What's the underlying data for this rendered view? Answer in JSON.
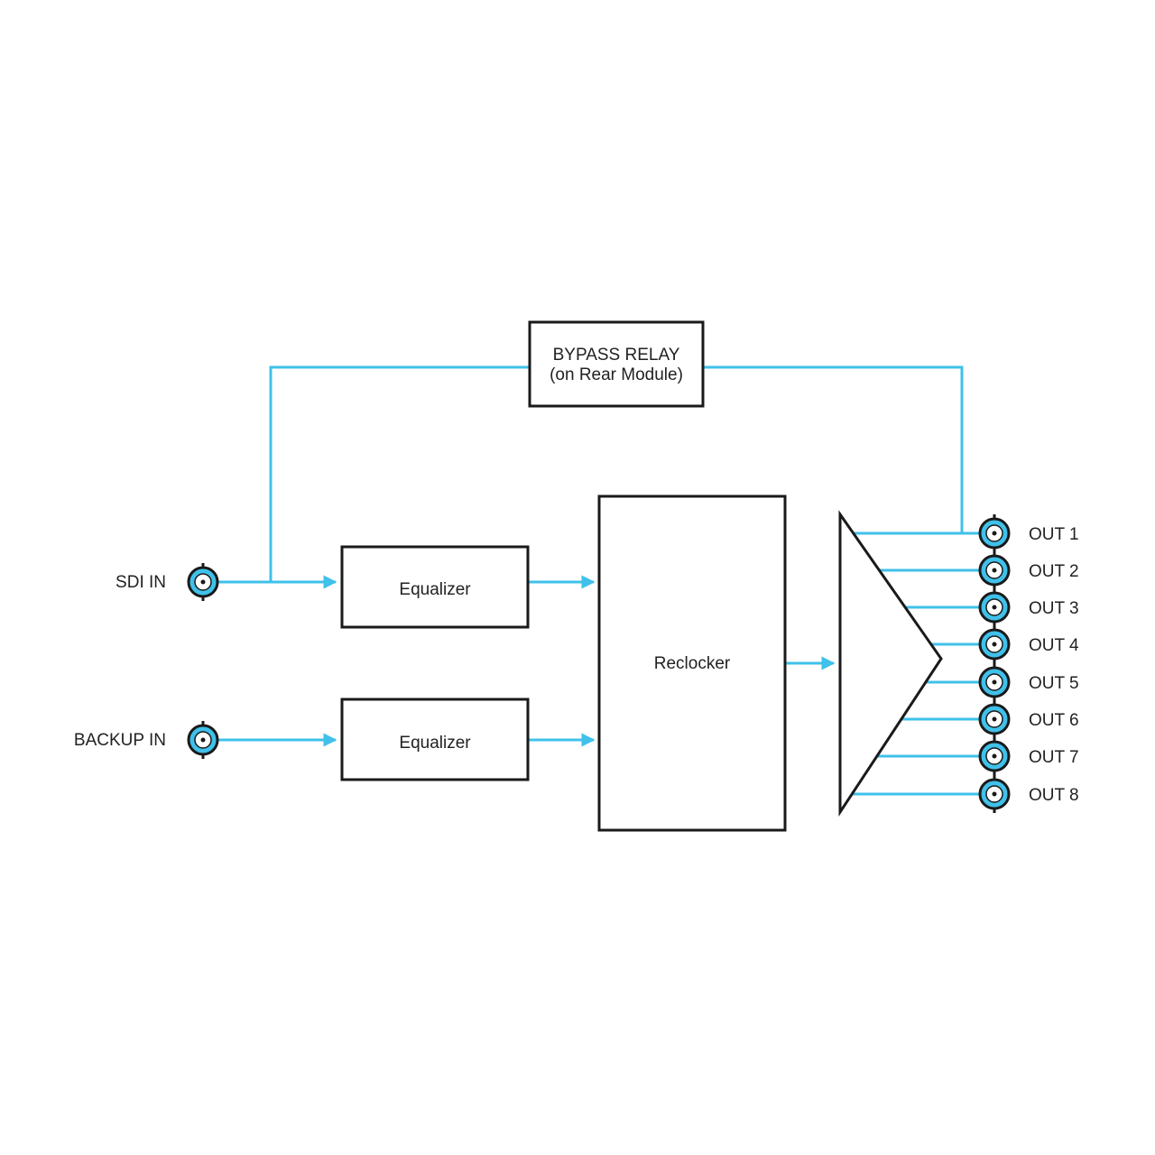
{
  "colors": {
    "signal": "#3fc1ea",
    "outline": "#1a1a1a",
    "connector_fill": "#3fc1ea"
  },
  "inputs": [
    {
      "id": "sdi",
      "label": "SDI IN"
    },
    {
      "id": "backup",
      "label": "BACKUP IN"
    }
  ],
  "blocks": {
    "bypass_relay": {
      "line1": "BYPASS RELAY",
      "line2": "(on Rear Module)"
    },
    "equalizer_1": {
      "label": "Equalizer"
    },
    "equalizer_2": {
      "label": "Equalizer"
    },
    "reclocker": {
      "label": "Reclocker"
    },
    "distribution_amplifier": {
      "label": ""
    }
  },
  "outputs": [
    {
      "label": "OUT 1"
    },
    {
      "label": "OUT 2"
    },
    {
      "label": "OUT 3"
    },
    {
      "label": "OUT 4"
    },
    {
      "label": "OUT 5"
    },
    {
      "label": "OUT 6"
    },
    {
      "label": "OUT 7"
    },
    {
      "label": "OUT 8"
    }
  ]
}
